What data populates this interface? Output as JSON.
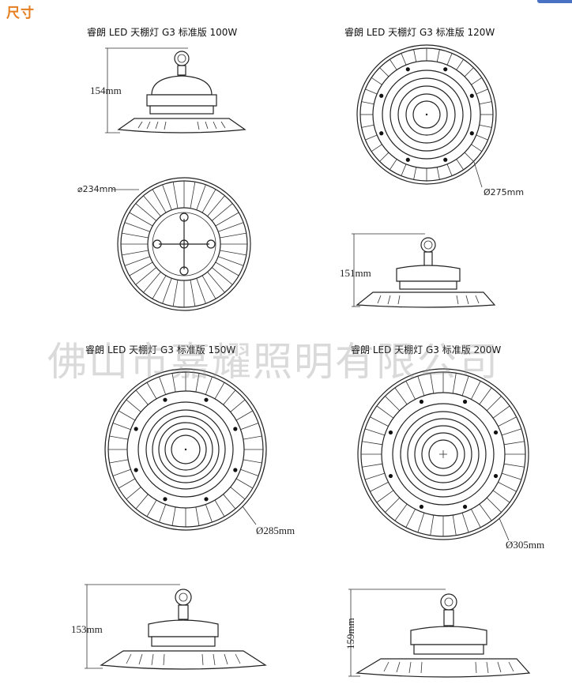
{
  "header": {
    "title": "尺寸"
  },
  "watermark": "佛山市嘉耀照明有限公司",
  "products": {
    "p100": {
      "title": "睿朗 LED 天棚灯 G3 标准版 100W",
      "height": "154mm",
      "diameter": "⌀234mm"
    },
    "p120": {
      "title": "睿朗 LED 天棚灯 G3 标准版 120W",
      "height": "151mm",
      "diameter": "Ø275mm"
    },
    "p150": {
      "title": "睿朗 LED 天棚灯 G3 标准版 150W",
      "height": "153mm",
      "diameter": "Ø285mm"
    },
    "p200": {
      "title": "睿朗 LED 天棚灯 G3 标准版 200W",
      "height": "159mm",
      "diameter": "Ø305mm"
    }
  },
  "colors": {
    "header": "#e67e22",
    "tab": "#4a72c4"
  }
}
